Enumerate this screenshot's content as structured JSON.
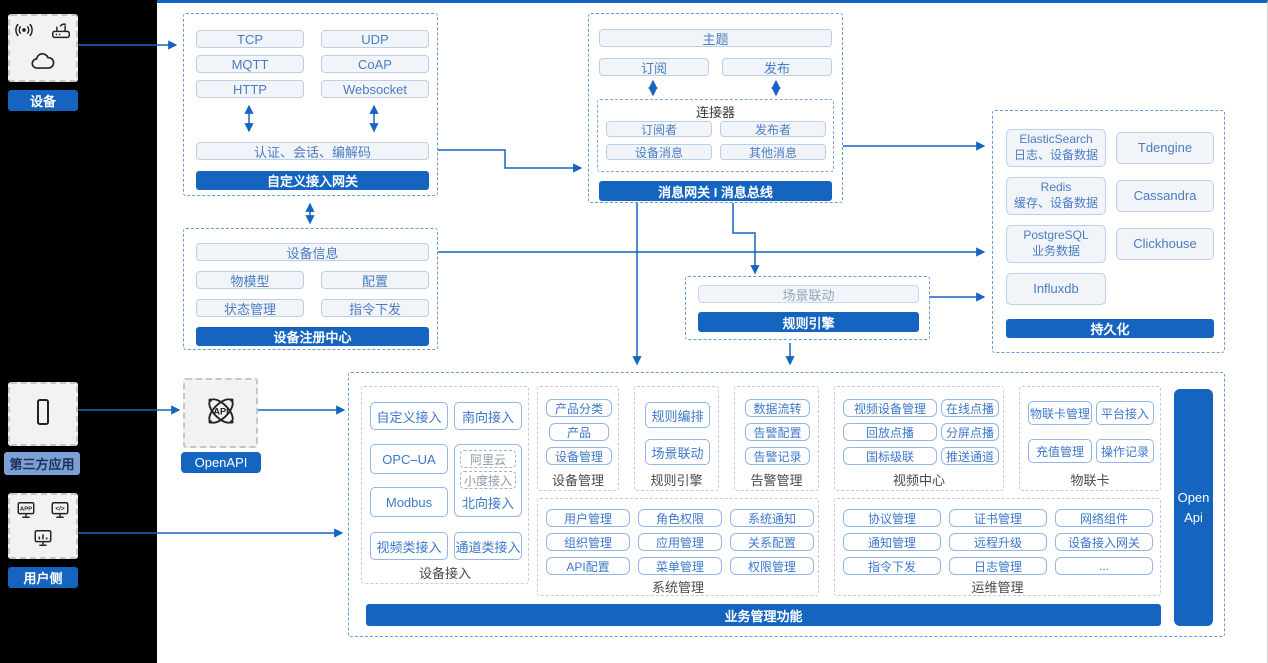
{
  "colors": {
    "primary": "#1565C0",
    "pill_text": "#4C7CC0",
    "third_party_label_bg": "#7BA0D6"
  },
  "left_rail": {
    "devices": {
      "label": "设备"
    },
    "third_party": {
      "label": "第三方应用"
    },
    "user_side": {
      "label": "用户侧"
    }
  },
  "gateway": {
    "title": "自定义接入网关",
    "protocols": [
      "TCP",
      "UDP",
      "MQTT",
      "CoAP",
      "HTTP",
      "Websocket"
    ],
    "middleware": "认证、会话、编解码"
  },
  "registry": {
    "title": "设备注册中心",
    "device_info": "设备信息",
    "items": [
      "物模型",
      "配置",
      "状态管理",
      "指令下发"
    ]
  },
  "bus": {
    "title": "消息网关 I 消息总线",
    "topic": "主题",
    "subscribe": "订阅",
    "publish": "发布",
    "connector": {
      "title": "连接器",
      "items": [
        "订阅者",
        "发布者",
        "设备消息",
        "其他消息"
      ]
    }
  },
  "persistence": {
    "title": "持久化",
    "stores": [
      {
        "name": "ElasticSearch",
        "sub": "日志、设备数据"
      },
      {
        "name": "Tdengine"
      },
      {
        "name": "Redis",
        "sub": "缓存、设备数据"
      },
      {
        "name": "Cassandra"
      },
      {
        "name": "PostgreSQL",
        "sub": "业务数据"
      },
      {
        "name": "Clickhouse"
      },
      {
        "name": "Influxdb"
      }
    ]
  },
  "rule_engine": {
    "title": "规则引擎",
    "item": "场景联动"
  },
  "openapi": {
    "label": "OpenAPI"
  },
  "business": {
    "title": "业务管理功能",
    "open_api": {
      "line1": "Open",
      "line2": "Api"
    },
    "device_access": {
      "label": "设备接入",
      "items": {
        "custom": "自定义接入",
        "south": "南向接入",
        "opcua": "OPC–UA",
        "modbus": "Modbus",
        "video": "视频类接入",
        "channel": "通道类接入",
        "aliyun": "阿里云",
        "xiaodu": "小度接入",
        "north": "北向接入"
      }
    },
    "device_mgmt": {
      "label": "设备管理",
      "items": [
        "产品分类",
        "产品",
        "设备管理"
      ]
    },
    "rule": {
      "label": "规则引擎",
      "items": [
        "规则编排",
        "场景联动"
      ]
    },
    "alarm": {
      "label": "告警管理",
      "items": [
        "数据流转",
        "告警配置",
        "告警记录"
      ]
    },
    "video_center": {
      "label": "视频中心",
      "items": [
        "视频设备管理",
        "在线点播",
        "回放点播",
        "分屏点播",
        "国标级联",
        "推送通道"
      ]
    },
    "iot_card": {
      "label": "物联卡",
      "items": [
        "物联卡管理",
        "平台接入",
        "充值管理",
        "操作记录"
      ]
    },
    "system_mgmt": {
      "label": "系统管理",
      "items": [
        "用户管理",
        "角色权限",
        "系统通知",
        "组织管理",
        "应用管理",
        "关系配置",
        "API配置",
        "菜单管理",
        "权限管理"
      ]
    },
    "ops_mgmt": {
      "label": "运维管理",
      "items": [
        "协议管理",
        "证书管理",
        "网络组件",
        "通知管理",
        "远程升级",
        "设备接入网关",
        "指令下发",
        "日志管理",
        "..."
      ]
    }
  }
}
